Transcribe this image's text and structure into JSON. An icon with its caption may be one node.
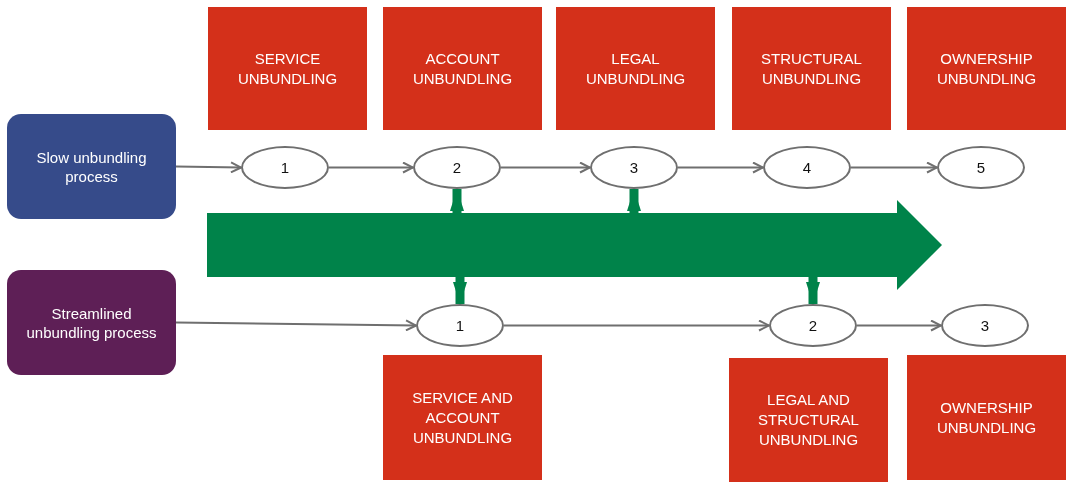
{
  "diagram": {
    "nodes": [
      {
        "text": [
          "Slow unbundling process"
        ]
      },
      {
        "text": [
          "SERVICE UNBUNDLING"
        ]
      },
      {
        "text": [
          "ACCOUNT UNBUNDLING"
        ]
      },
      {
        "text": [
          "LEGAL UNBUNDLING"
        ]
      },
      {
        "text": [
          "STRUCTURAL UNBUNDLING"
        ]
      },
      {
        "text": [
          "OWNERSHIP UNBUNDLING"
        ]
      },
      {
        "text": [
          "1"
        ]
      },
      {
        "text": [
          "2"
        ]
      },
      {
        "text": [
          "3"
        ]
      },
      {
        "text": [
          "4"
        ]
      },
      {
        "text": [
          "5"
        ]
      },
      {
        "text": [],
        "shape": "arrow"
      },
      {
        "text": [
          "Streamlined unbundling process"
        ]
      },
      {
        "text": [
          "1"
        ]
      },
      {
        "text": [
          "2"
        ]
      },
      {
        "text": [
          "3"
        ]
      },
      {
        "text": [
          "SERVICE AND ACCOUNT UNBUNDLING"
        ]
      },
      {
        "text": [
          "LEGAL AND STRUCTURAL UNBUNDLING"
        ]
      },
      {
        "text": [
          "OWNERSHIP UNBUNDLING"
        ]
      }
    ],
    "edges": [
      {
        "from": 0,
        "to": 6,
        "arrow": "to"
      },
      {
        "from": 6,
        "to": 7,
        "arrow": "to"
      },
      {
        "from": 7,
        "to": 8,
        "arrow": "to"
      },
      {
        "from": 8,
        "to": 9,
        "arrow": "to"
      },
      {
        "from": 9,
        "to": 10,
        "arrow": "to"
      },
      {
        "from": 11,
        "to": 7,
        "arrow": "to",
        "style": "thick",
        "color": "#00834a"
      },
      {
        "from": 11,
        "to": 8,
        "arrow": "to",
        "style": "thick",
        "color": "#00834a"
      },
      {
        "from": 11,
        "to": 13,
        "arrow": "to",
        "style": "thick",
        "color": "#00834a"
      },
      {
        "from": 11,
        "to": 14,
        "arrow": "to",
        "style": "thick",
        "color": "#00834a"
      },
      {
        "from": 12,
        "to": 13,
        "arrow": "to"
      },
      {
        "from": 13,
        "to": 14,
        "arrow": "to"
      },
      {
        "from": 14,
        "to": 15,
        "arrow": "to"
      }
    ]
  }
}
